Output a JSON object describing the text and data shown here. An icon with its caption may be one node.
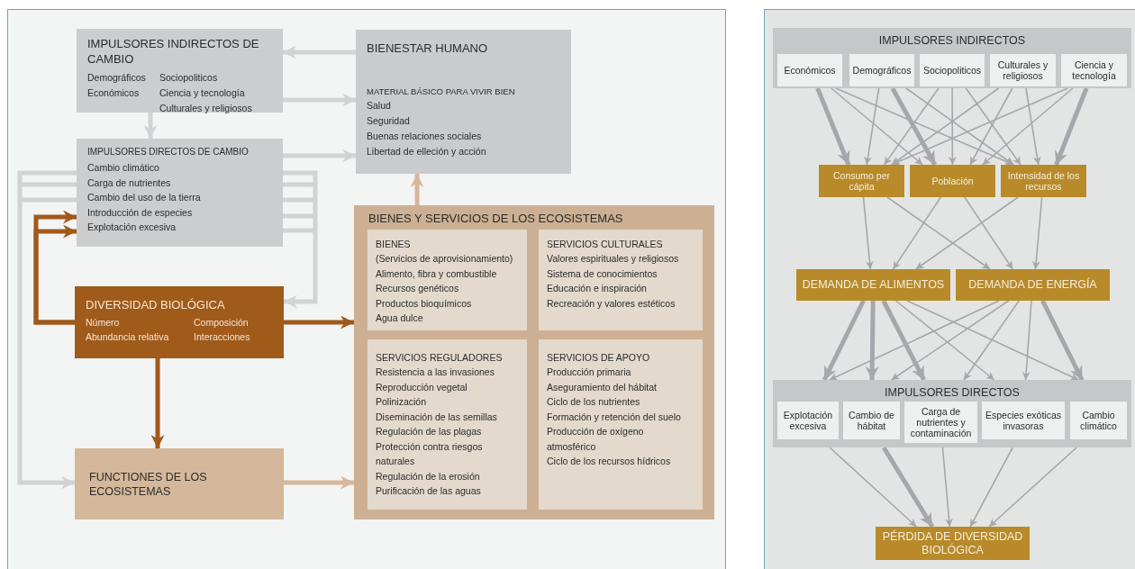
{
  "diagram": {
    "nodes": [
      {
        "text": [
          "IMPULSORES INDIRECTOS DE CAMBIO",
          "Demográficos",
          "Sociopoliticos",
          "Económicos",
          "Ciencia y tecnología",
          "Culturales y religiosos"
        ]
      },
      {
        "text": [
          "BIENESTAR HUMANO",
          "MATERIAL BÁSICO PARA VIVIR BIEN",
          "Salud",
          "Seguridad",
          "Buenas relaciones sociales",
          "Libertad de elleción y acción"
        ]
      },
      {
        "text": [
          "IMPULSORES DIRECTOS DE CAMBIO",
          "Cambio climático",
          "Carga de nutrientes",
          "Cambio del uso de la tierra",
          "Introducción de especies",
          "Explotación excesiva"
        ]
      },
      {
        "text": [
          "BIENES Y SERVICIOS DE LOS ECOSISTEMAS"
        ]
      },
      {
        "text": [
          "BIENES",
          "(Servicios de aprovisionamiento)",
          "Alimento, fibra y combustible",
          "Recursos genéticos",
          "Productos bioquímicos",
          "Agua dulce"
        ],
        "in": 3
      },
      {
        "text": [
          "SERVICIOS CULTURALES",
          "Valores espirituales y religiosos",
          "Sistema de conocimientos",
          "Educación e inspiración",
          "Recreación y valores estéticos"
        ],
        "in": 3
      },
      {
        "text": [
          "SERVICIOS REGULADORES",
          "Resistencia a las invasiones",
          "Reproducción vegetal",
          "Polinización",
          "Diseminación de las semillas",
          "Regulación de las plagas",
          "Protección contra riesgos naturales",
          "Regulación de la erosión",
          "Purificación de las aguas"
        ],
        "in": 3
      },
      {
        "text": [
          "SERVICIOS DE APOYO",
          "Producción primaria",
          "Aseguramiento del hábitat",
          "Ciclo de los nutrientes",
          "Formación y retención del suelo",
          "Producción de oxígeno atmosférico",
          "Ciclo de los recursos hídricos"
        ],
        "in": 3
      },
      {
        "text": [
          "DIVERSIDAD BIOLÓGICA",
          "Número",
          "Composición",
          "Abundancia relativa",
          "Interacciones"
        ]
      },
      {
        "text": [
          "FUNCTIONES DE LOS ECOSISTEMAS"
        ]
      },
      {
        "text": [
          "IMPULSORES INDIRECTOS"
        ]
      },
      {
        "text": [
          "Económicos"
        ],
        "in": 10
      },
      {
        "text": [
          "Demográficos"
        ],
        "in": 10
      },
      {
        "text": [
          "Sociopoliticos"
        ],
        "in": 10
      },
      {
        "text": [
          "Culturales y religiosos"
        ],
        "in": 10
      },
      {
        "text": [
          "Ciencia y tecnología"
        ],
        "in": 10
      },
      {
        "text": [
          "Consumo per cápita"
        ]
      },
      {
        "text": [
          "Población"
        ]
      },
      {
        "text": [
          "Intensidad de los recursos"
        ]
      },
      {
        "text": [
          "DEMANDA DE ALIMENTOS"
        ]
      },
      {
        "text": [
          "DEMANDA DE ENERGÍA"
        ]
      },
      {
        "text": [
          "IMPULSORES DIRECTOS"
        ]
      },
      {
        "text": [
          "Explotación excesiva"
        ],
        "in": 21
      },
      {
        "text": [
          "Cambio de hábitat"
        ],
        "in": 21
      },
      {
        "text": [
          "Carga de nutrientes y contaminación"
        ],
        "in": 21
      },
      {
        "text": [
          "Especies exóticas invasoras"
        ],
        "in": 21
      },
      {
        "text": [
          "Cambio climático"
        ],
        "in": 21
      },
      {
        "text": [
          "PÉRDIDA DE DIVERSIDAD BIOLÓGICA"
        ]
      }
    ],
    "edges": [
      {
        "from": 1,
        "to": 0,
        "arrow": "to",
        "style": "thick",
        "color": "#d1d3d4"
      },
      {
        "from": 0,
        "to": 1,
        "arrow": "to",
        "style": "thick",
        "color": "#d1d3d4"
      },
      {
        "from": 0,
        "to": 2,
        "arrow": "to",
        "style": "thick",
        "color": "#d1d3d4"
      },
      {
        "from": 2,
        "to": 1,
        "arrow": "to",
        "style": "thick",
        "color": "#d1d3d4"
      },
      {
        "from": 3,
        "to": 1,
        "arrow": "to",
        "style": "thick",
        "color": "#d6b89a"
      },
      {
        "from": 8,
        "to": 3,
        "arrow": "to",
        "style": "thick",
        "color": "#a0591b"
      },
      {
        "from": 8,
        "to": 9,
        "arrow": "to",
        "style": "thick",
        "color": "#a0591b"
      },
      {
        "from": 9,
        "to": 3,
        "arrow": "to",
        "style": "thick",
        "color": "#d6b89a"
      },
      {
        "from": 8,
        "to": 2,
        "arrow": "to",
        "style": "thick",
        "color": "#a0591b"
      },
      {
        "from": 8,
        "to": 2,
        "arrow": "to",
        "style": "thick",
        "color": "#a0591b"
      },
      {
        "from": 2,
        "to": 8,
        "arrow": "to",
        "style": "thick",
        "color": "#d1d3d4"
      },
      {
        "from": 2,
        "to": 9,
        "arrow": "to",
        "style": "thick",
        "color": "#d1d3d4"
      },
      {
        "from": 11,
        "to": 16,
        "arrow": "to",
        "style": "thick"
      },
      {
        "from": 11,
        "to": 17,
        "arrow": "to"
      },
      {
        "from": 11,
        "to": 18,
        "arrow": "to"
      },
      {
        "from": 12,
        "to": 16,
        "arrow": "to"
      },
      {
        "from": 12,
        "to": 17,
        "arrow": "to",
        "style": "thick"
      },
      {
        "from": 12,
        "to": 18,
        "arrow": "to"
      },
      {
        "from": 13,
        "to": 16,
        "arrow": "to"
      },
      {
        "from": 13,
        "to": 17,
        "arrow": "to"
      },
      {
        "from": 13,
        "to": 18,
        "arrow": "to"
      },
      {
        "from": 14,
        "to": 16,
        "arrow": "to"
      },
      {
        "from": 14,
        "to": 17,
        "arrow": "to"
      },
      {
        "from": 14,
        "to": 18,
        "arrow": "to"
      },
      {
        "from": 15,
        "to": 16,
        "arrow": "to"
      },
      {
        "from": 15,
        "to": 17,
        "arrow": "to"
      },
      {
        "from": 15,
        "to": 18,
        "arrow": "to",
        "style": "thick"
      },
      {
        "from": 16,
        "to": 19,
        "arrow": "to"
      },
      {
        "from": 16,
        "to": 20,
        "arrow": "to"
      },
      {
        "from": 17,
        "to": 19,
        "arrow": "to"
      },
      {
        "from": 17,
        "to": 20,
        "arrow": "to"
      },
      {
        "from": 18,
        "to": 19,
        "arrow": "to"
      },
      {
        "from": 18,
        "to": 20,
        "arrow": "to"
      },
      {
        "from": 19,
        "to": 22,
        "arrow": "to",
        "style": "thick"
      },
      {
        "from": 19,
        "to": 23,
        "arrow": "to",
        "style": "thick"
      },
      {
        "from": 19,
        "to": 24,
        "arrow": "to",
        "style": "thick"
      },
      {
        "from": 19,
        "to": 25,
        "arrow": "to"
      },
      {
        "from": 19,
        "to": 26,
        "arrow": "to"
      },
      {
        "from": 20,
        "to": 22,
        "arrow": "to"
      },
      {
        "from": 20,
        "to": 23,
        "arrow": "to"
      },
      {
        "from": 20,
        "to": 24,
        "arrow": "to"
      },
      {
        "from": 20,
        "to": 25,
        "arrow": "to"
      },
      {
        "from": 20,
        "to": 26,
        "arrow": "to",
        "style": "thick"
      },
      {
        "from": 22,
        "to": 27,
        "arrow": "to"
      },
      {
        "from": 23,
        "to": 27,
        "arrow": "to",
        "style": "thick"
      },
      {
        "from": 24,
        "to": 27,
        "arrow": "to"
      },
      {
        "from": 25,
        "to": 27,
        "arrow": "to"
      },
      {
        "from": 26,
        "to": 27,
        "arrow": "to"
      }
    ]
  }
}
